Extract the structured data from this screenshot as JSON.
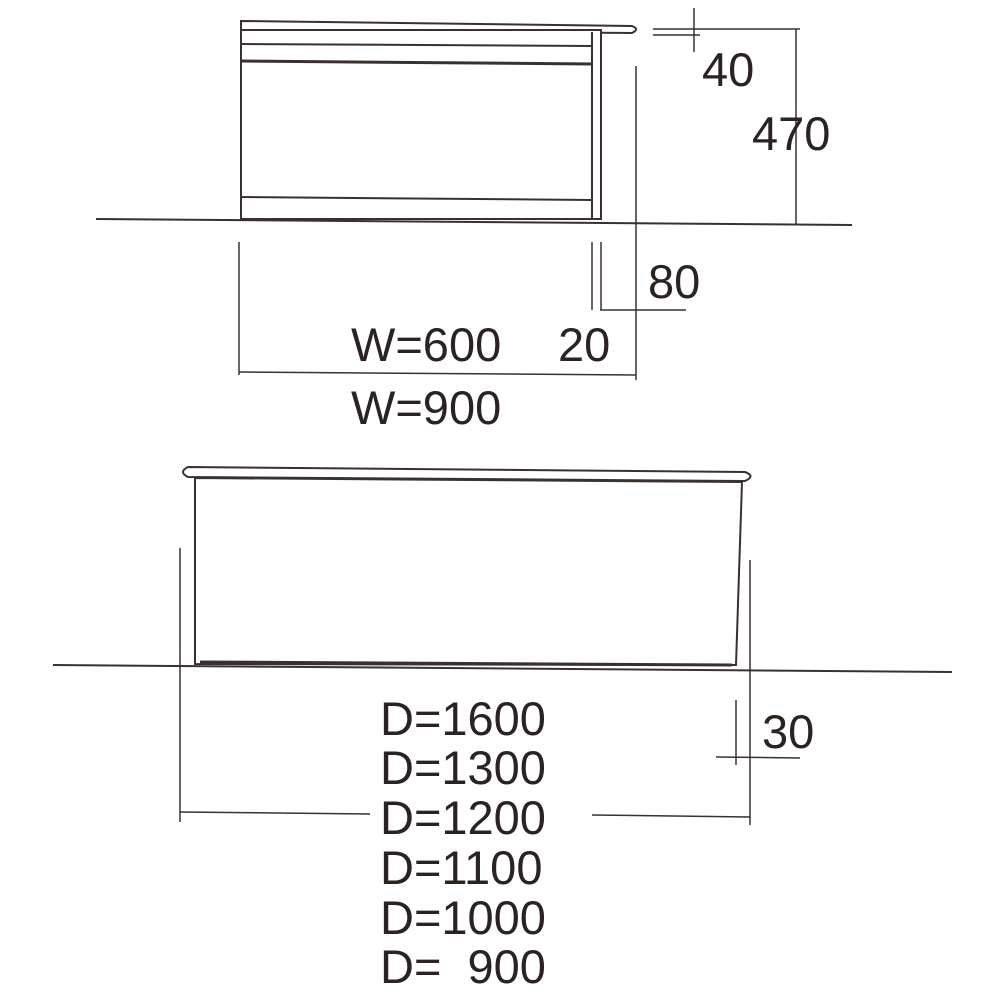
{
  "front_view": {
    "dim_top_thickness": "40",
    "dim_height": "470",
    "dim_leg_height": "80",
    "dim_leg_width": "20",
    "width_options": [
      "W=600",
      "W=900"
    ]
  },
  "side_view": {
    "dim_foot": "30",
    "depth_options": [
      "D=1600",
      "D=1300",
      "D=1200",
      "D=1100",
      "D=1000",
      "D=  900"
    ]
  }
}
